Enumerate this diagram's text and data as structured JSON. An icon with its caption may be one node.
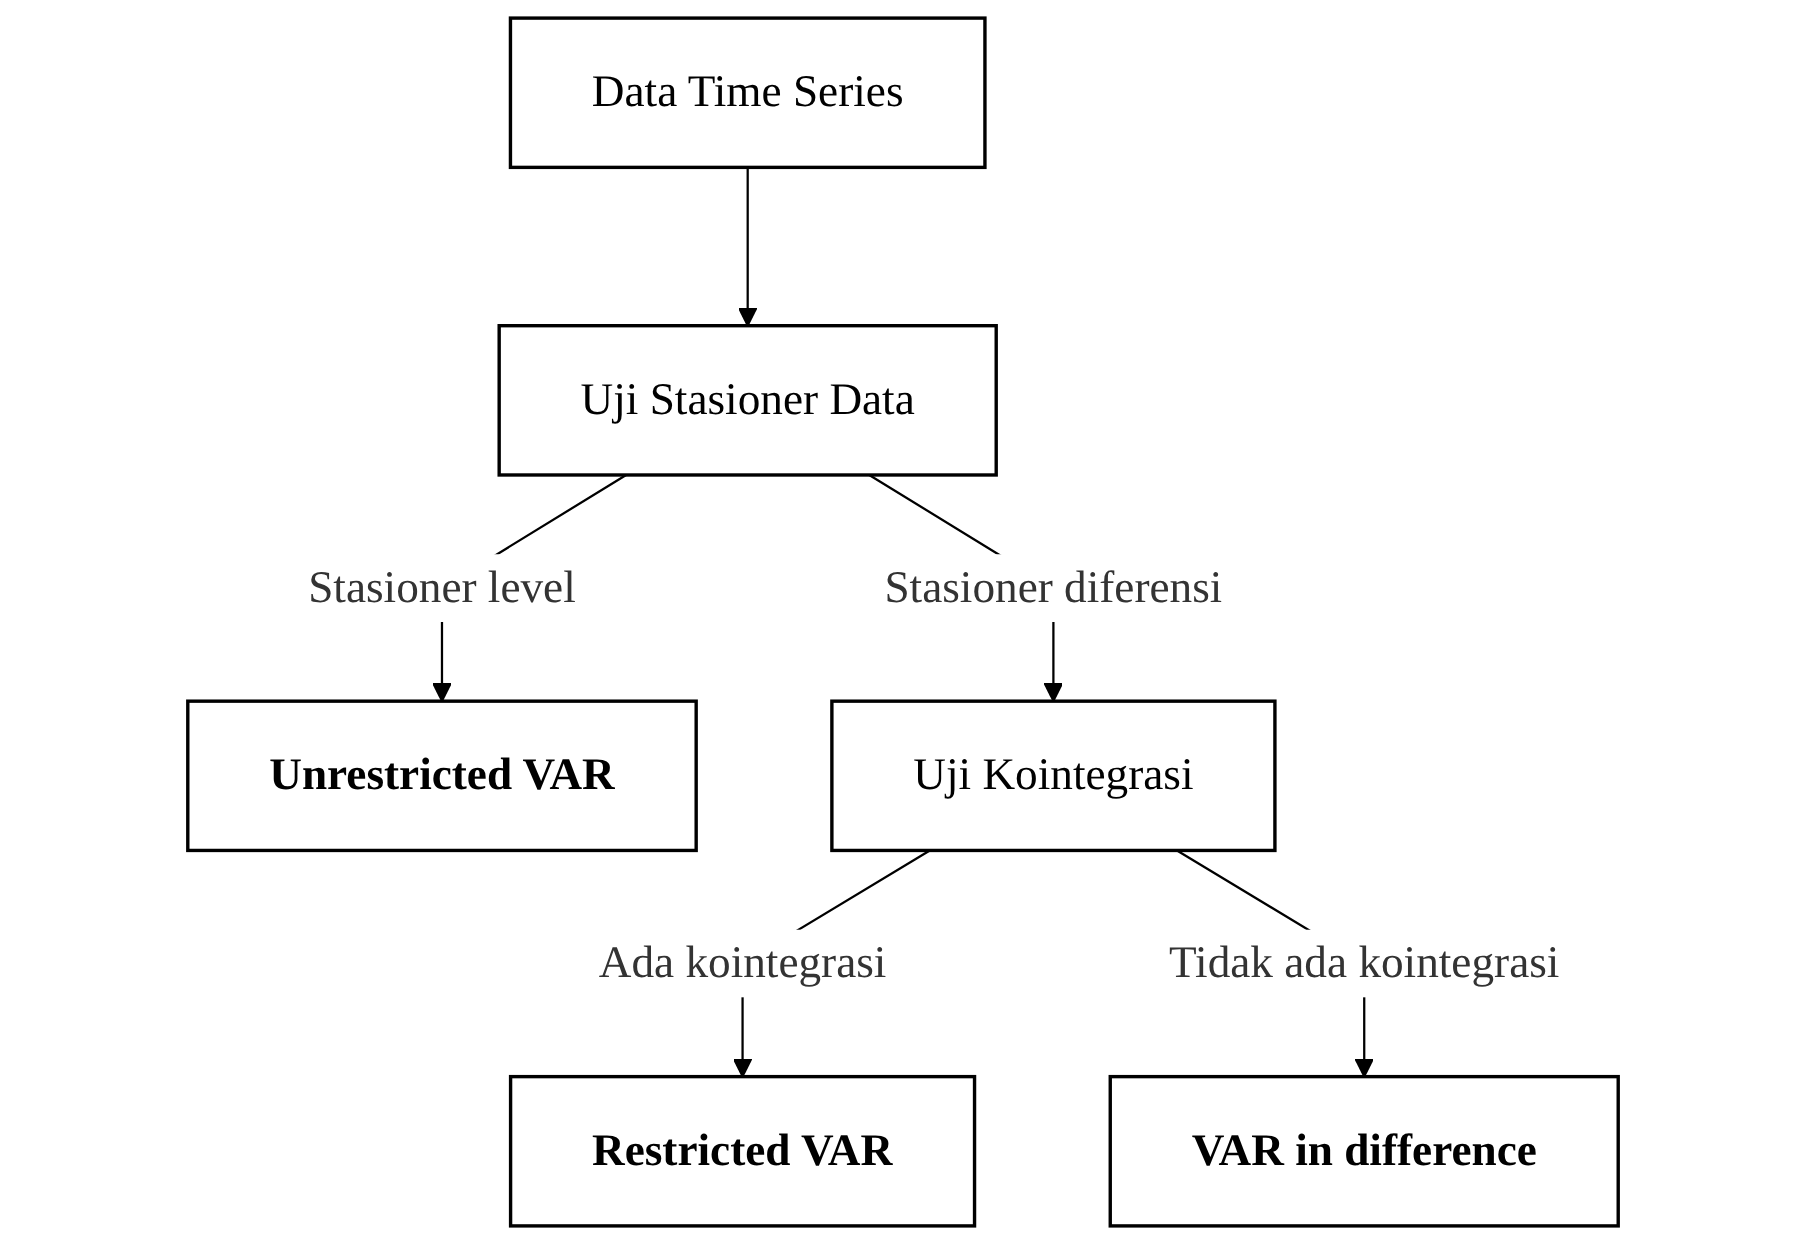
{
  "diagram": {
    "nodes": [
      {
        "text": [
          "Data Time Series"
        ]
      },
      {
        "text": [
          "Uji Stasioner Data"
        ]
      },
      {
        "text": [
          "Unrestricted VAR"
        ]
      },
      {
        "text": [
          "Uji Kointegrasi"
        ]
      },
      {
        "text": [
          "Restricted VAR"
        ]
      },
      {
        "text": [
          "VAR in difference"
        ]
      }
    ],
    "edges": [
      {
        "from": 0,
        "to": 1,
        "arrow": "to"
      },
      {
        "from": 1,
        "to": 2,
        "arrow": "to",
        "label": "Stasioner level"
      },
      {
        "from": 1,
        "to": 3,
        "arrow": "to",
        "label": "Stasioner diferensi"
      },
      {
        "from": 3,
        "to": 4,
        "arrow": "to",
        "label": "Ada kointegrasi"
      },
      {
        "from": 3,
        "to": 5,
        "arrow": "to",
        "label": "Tidak ada kointegrasi"
      }
    ]
  }
}
